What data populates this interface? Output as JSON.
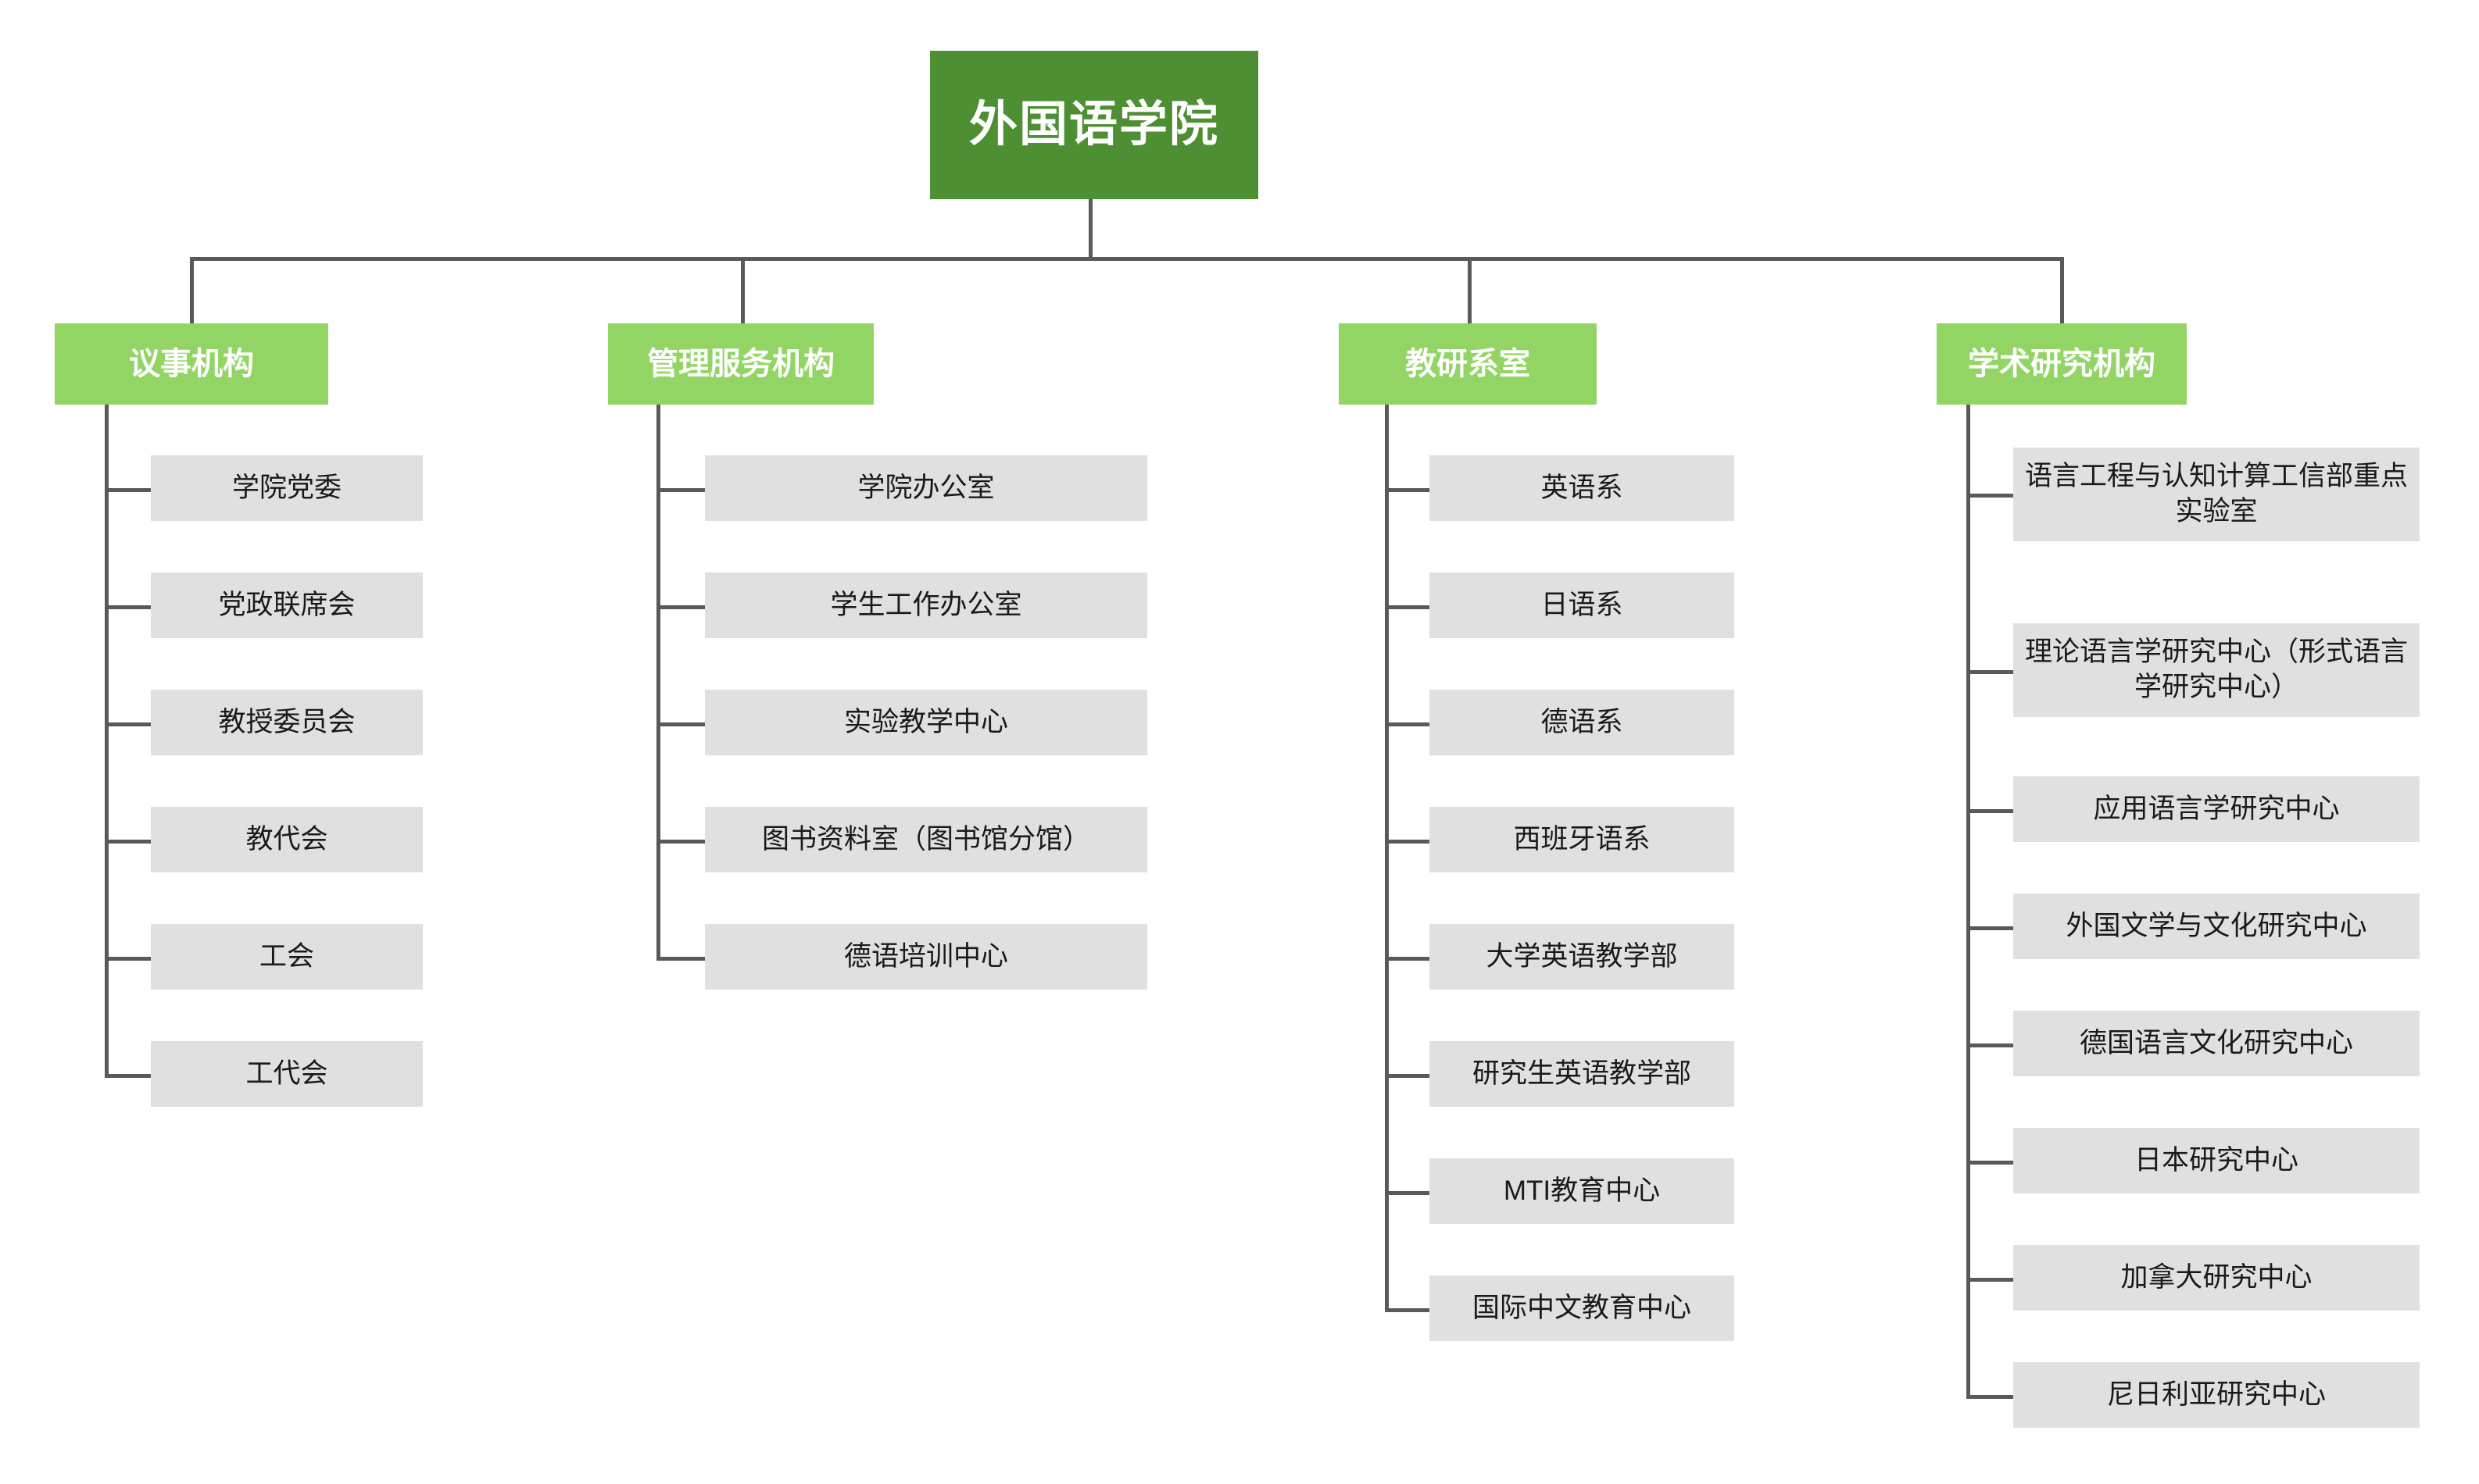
{
  "diagram": {
    "title": "外国语学院",
    "type": "organization-chart",
    "colors": {
      "root_fill": "#4e8f33",
      "category_fill": "#92d565",
      "leaf_fill": "#e0e0e0",
      "connector": "#595959",
      "root_text": "#ffffff",
      "category_text": "#ffffff",
      "leaf_text": "#1a1a1a",
      "background": "#ffffff"
    },
    "root": {
      "label": "外国语学院"
    },
    "categories": [
      {
        "label": "议事机构",
        "items": [
          {
            "label": "学院党委"
          },
          {
            "label": "党政联席会"
          },
          {
            "label": "教授委员会"
          },
          {
            "label": "教代会"
          },
          {
            "label": "工会"
          },
          {
            "label": "工代会"
          }
        ]
      },
      {
        "label": "管理服务机构",
        "items": [
          {
            "label": "学院办公室"
          },
          {
            "label": "学生工作办公室"
          },
          {
            "label": "实验教学中心"
          },
          {
            "label": "图书资料室（图书馆分馆）"
          },
          {
            "label": "德语培训中心"
          }
        ]
      },
      {
        "label": "教研系室",
        "items": [
          {
            "label": "英语系"
          },
          {
            "label": "日语系"
          },
          {
            "label": "德语系"
          },
          {
            "label": "西班牙语系"
          },
          {
            "label": "大学英语教学部"
          },
          {
            "label": "研究生英语教学部"
          },
          {
            "label": "MTI教育中心"
          },
          {
            "label": "国际中文教育中心"
          }
        ]
      },
      {
        "label": "学术研究机构",
        "items": [
          {
            "label": "语言工程与认知计算工信部重点实验室"
          },
          {
            "label": "理论语言学研究中心（形式语言学研究中心）"
          },
          {
            "label": "应用语言学研究中心"
          },
          {
            "label": "外国文学与文化研究中心"
          },
          {
            "label": "德国语言文化研究中心"
          },
          {
            "label": "日本研究中心"
          },
          {
            "label": "加拿大研究中心"
          },
          {
            "label": "尼日利亚研究中心"
          }
        ]
      }
    ]
  }
}
